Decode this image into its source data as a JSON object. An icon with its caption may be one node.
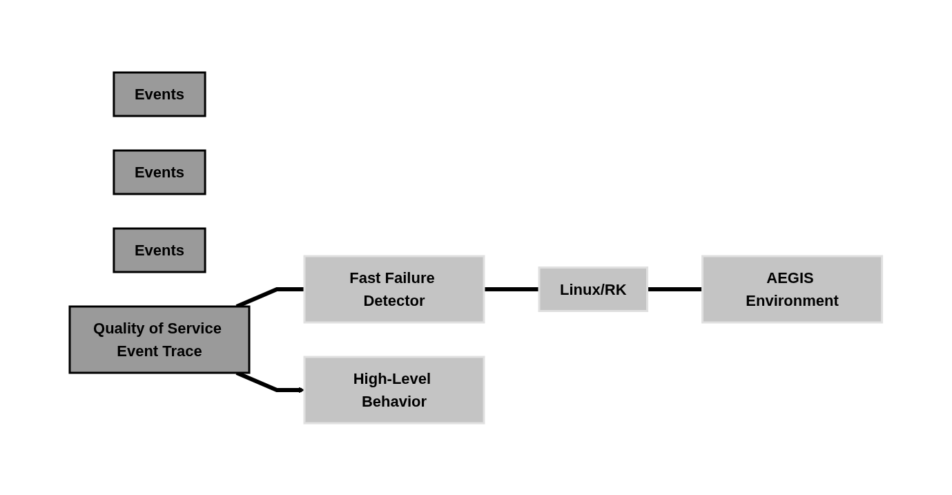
{
  "diagram": {
    "nodes": [
      {
        "text": [
          "Events"
        ]
      },
      {
        "text": [
          "Events"
        ]
      },
      {
        "text": [
          "Events"
        ]
      },
      {
        "text": [
          "Quality of Service Event Trace"
        ]
      },
      {
        "text": [
          "Fast Failure Detector"
        ]
      },
      {
        "text": [
          "Linux/RK"
        ]
      },
      {
        "text": [
          "AEGIS Environment"
        ]
      },
      {
        "text": [
          "High-Level Behavior"
        ]
      }
    ],
    "edges": [
      {
        "from": 3,
        "to": 4,
        "arrow": "none"
      },
      {
        "from": 4,
        "to": 5,
        "arrow": "none"
      },
      {
        "from": 5,
        "to": 6,
        "arrow": "none"
      },
      {
        "from": 3,
        "to": 7,
        "arrow": "to"
      }
    ]
  }
}
